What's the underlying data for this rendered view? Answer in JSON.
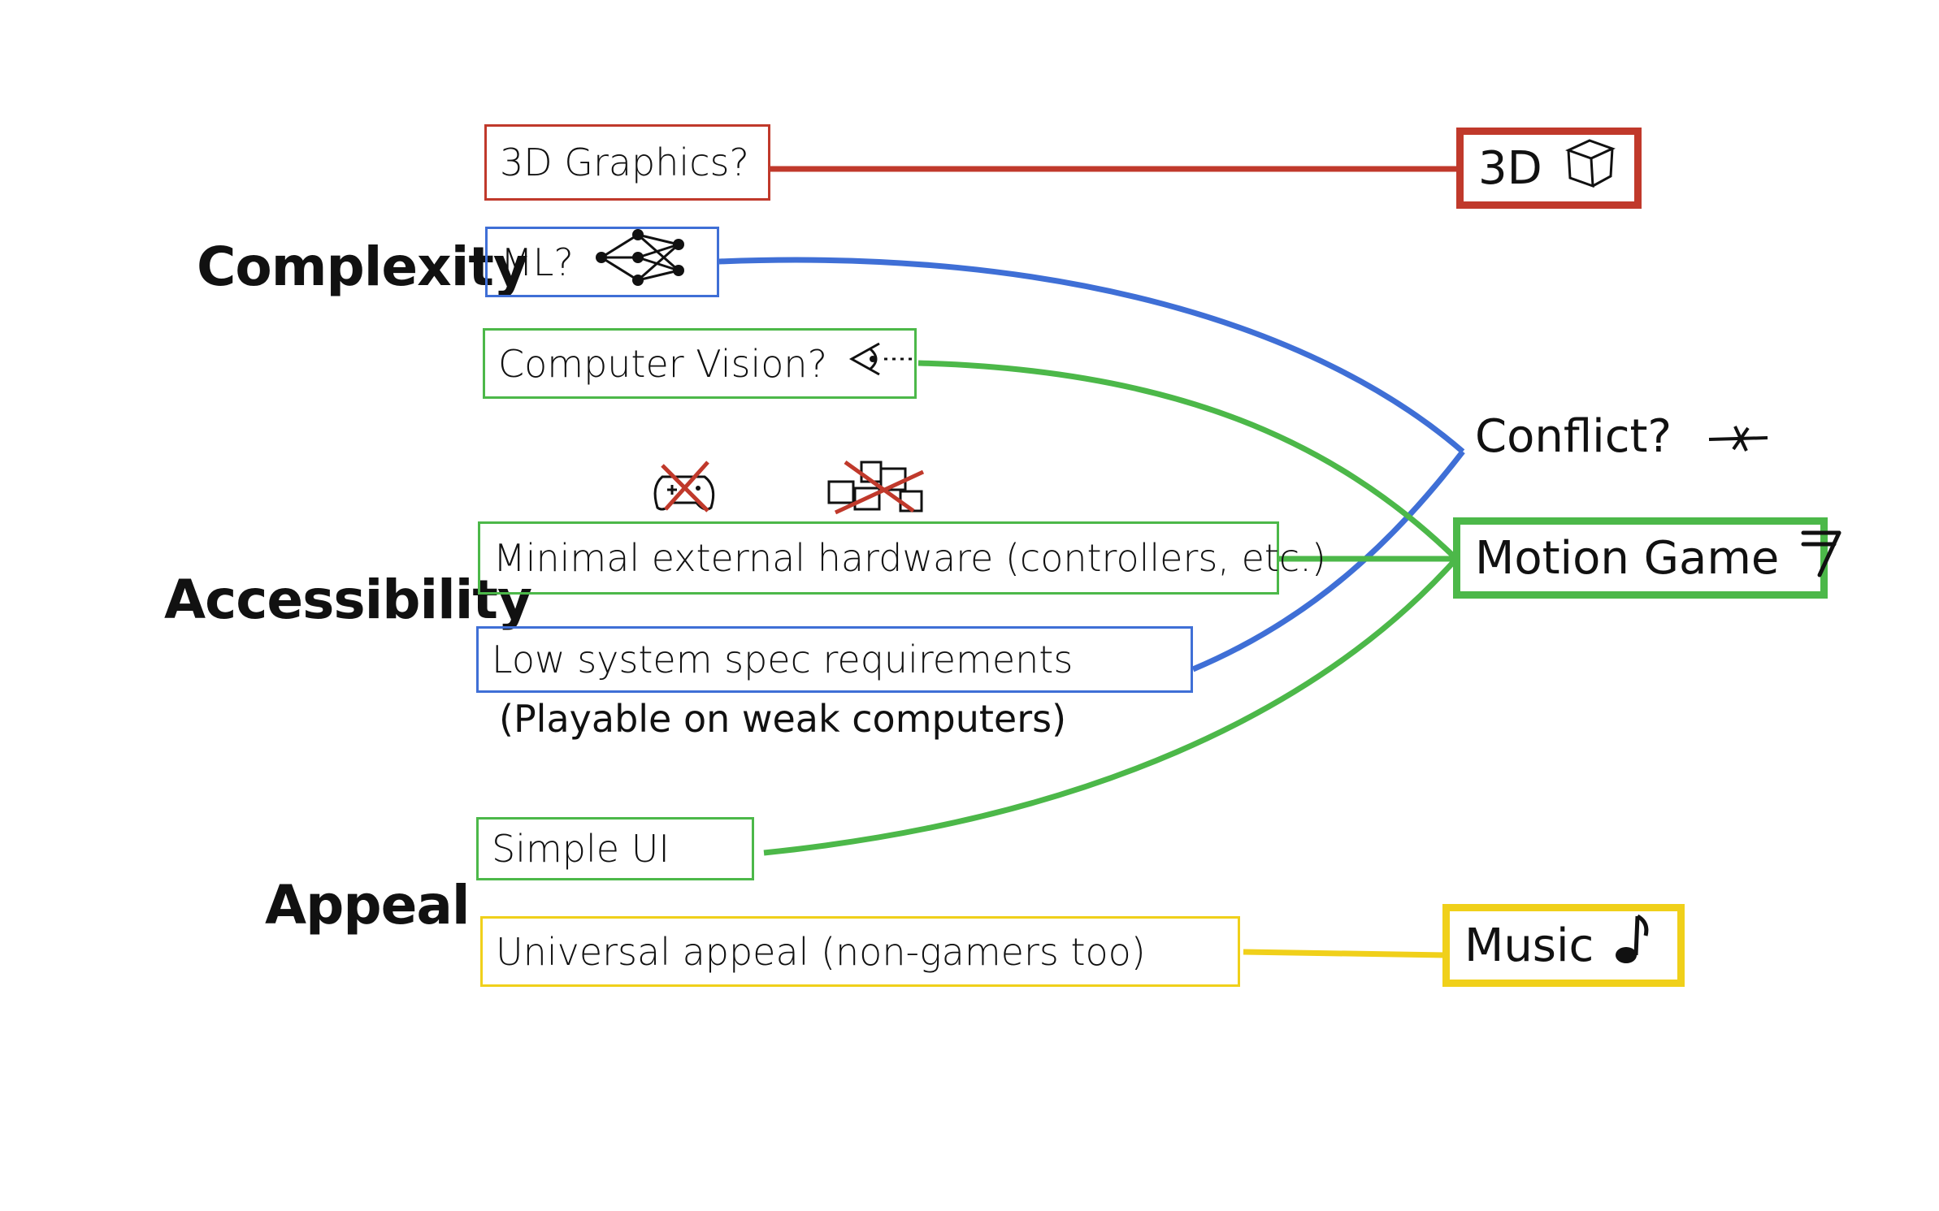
{
  "categories": {
    "complexity": "Complexity",
    "accessibility": "Accessibility",
    "appeal": "Appeal"
  },
  "requirements": {
    "graphics_3d": "3D Graphics?",
    "ml": "ML?",
    "computer_vision": "Computer Vision?",
    "minimal_hardware": "Minimal external hardware (controllers, etc.)",
    "low_spec": "Low system spec requirements",
    "low_spec_note": "(Playable on weak computers)",
    "simple_ui": "Simple UI",
    "universal_appeal": "Universal appeal (non-gamers too)"
  },
  "outcomes": {
    "three_d": "3D",
    "motion_game": "Motion Game",
    "music": "Music"
  },
  "annotations": {
    "conflict": "Conflict?"
  },
  "colors": {
    "red": "#c0392b",
    "blue": "#3f6fd6",
    "green": "#4cb849",
    "yellow": "#f0d01a"
  },
  "icons": {
    "ml": "neural-network-icon",
    "computer_vision": "eye-icon",
    "three_d": "cube-icon",
    "motion_game": "motion-arrow-icon",
    "music": "music-note-icon",
    "conflict": "spark-icon",
    "no_controller": "crossed-gamepad-icon",
    "no_keyboard": "crossed-keyboard-icon"
  },
  "connections": [
    {
      "from": "graphics_3d",
      "to": "three_d",
      "color": "red"
    },
    {
      "from": "ml",
      "to": "conflict",
      "color": "blue"
    },
    {
      "from": "low_spec",
      "to": "conflict",
      "color": "blue"
    },
    {
      "from": "computer_vision",
      "to": "motion_game",
      "color": "green"
    },
    {
      "from": "minimal_hardware",
      "to": "motion_game",
      "color": "green"
    },
    {
      "from": "simple_ui",
      "to": "motion_game",
      "color": "green"
    },
    {
      "from": "universal_appeal",
      "to": "music",
      "color": "yellow"
    }
  ]
}
